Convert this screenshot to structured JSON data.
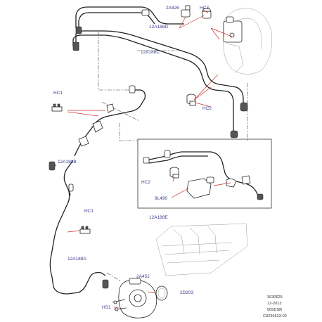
{
  "callouts": {
    "part_2a826": "2A826",
    "part_hc3": "HC3",
    "part_12a188d": "12A188D",
    "part_12a188c": "12A188C",
    "part_hc1_upper": "HC1",
    "part_hc2_upper": "HC2",
    "part_12a188b": "12A188B",
    "part_hc2_inset": "HC2",
    "part_9l490": "9L490",
    "part_12a188e": "12A188E",
    "part_hc1_lower": "HC1",
    "part_12a188a": "12A188A",
    "part_2a451": "2A451",
    "part_2d203": "2D203",
    "part_hs1": "HS1"
  },
  "reference": {
    "line1": "3030625",
    "line2": "12-2013",
    "line3": "505DSR",
    "line4": "C0236623-02"
  },
  "colors": {
    "callout_text": "#3a3d8f",
    "leader_line": "#d0312d",
    "line_art": "#222222"
  }
}
